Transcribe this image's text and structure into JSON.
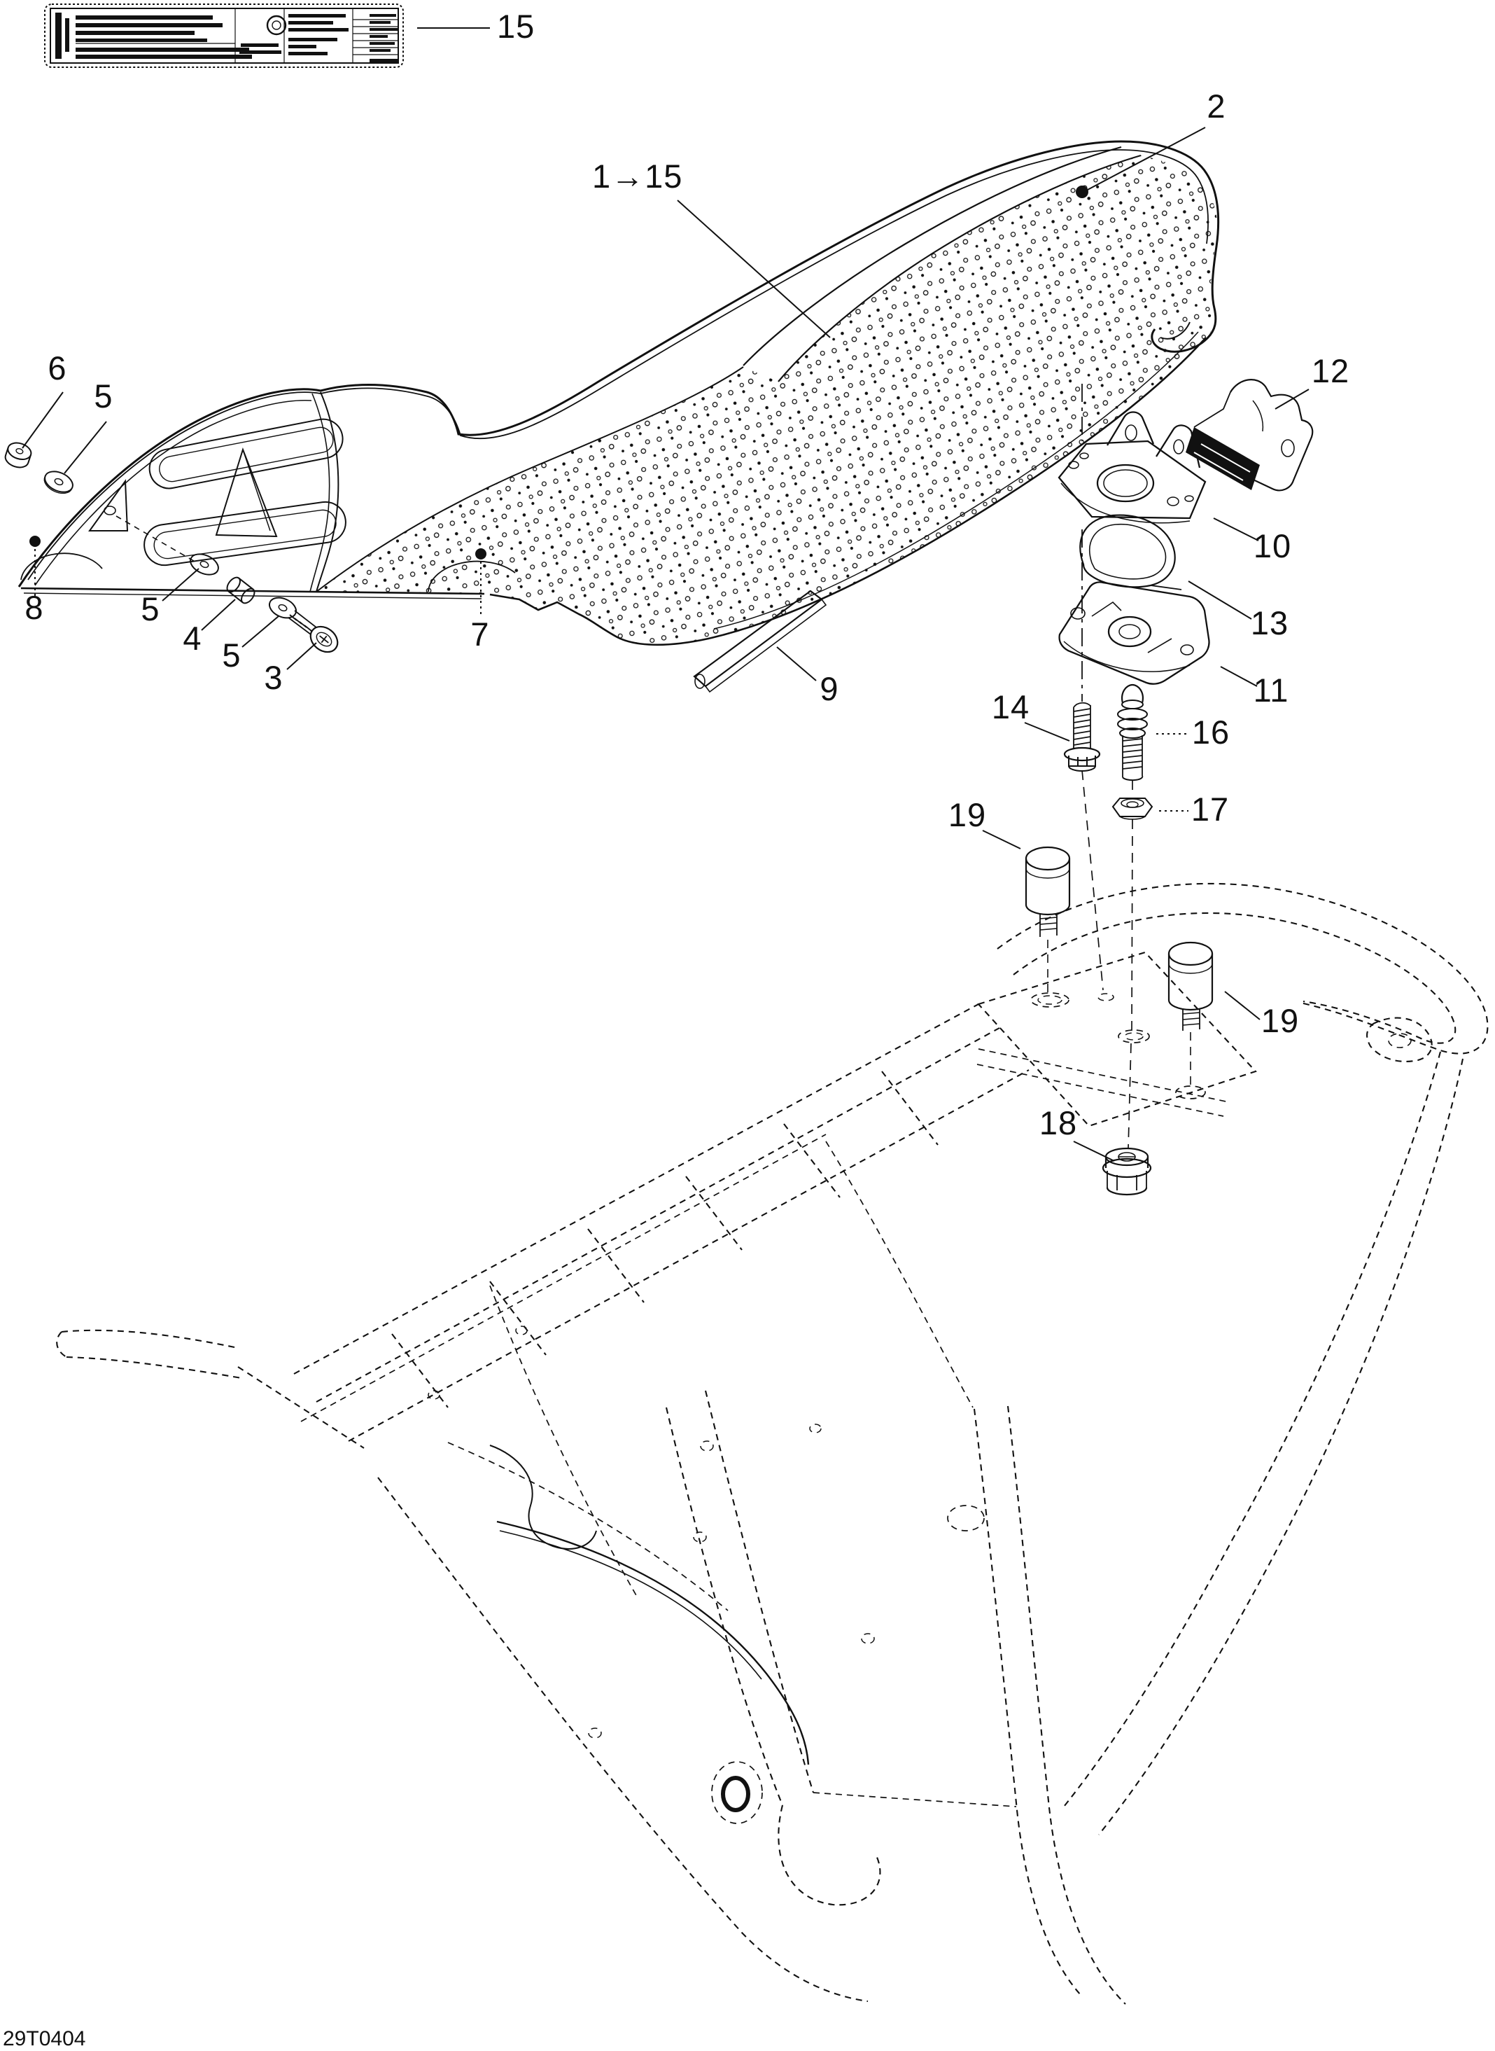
{
  "diagram": {
    "title_note": "exploded-view line drawing",
    "footer_code": "29T0404",
    "ink_color": "#111111",
    "background_color": "#ffffff",
    "callouts": [
      {
        "part": "15",
        "label": "15"
      },
      {
        "part": "1-15",
        "label": "1→15"
      },
      {
        "part": "2",
        "label": "2"
      },
      {
        "part": "6",
        "label": "6"
      },
      {
        "part": "5",
        "label": "5"
      },
      {
        "part": "8",
        "label": "8"
      },
      {
        "part": "5",
        "label": "5"
      },
      {
        "part": "4",
        "label": "4"
      },
      {
        "part": "5",
        "label": "5"
      },
      {
        "part": "3",
        "label": "3"
      },
      {
        "part": "7",
        "label": "7"
      },
      {
        "part": "9",
        "label": "9"
      },
      {
        "part": "12",
        "label": "12"
      },
      {
        "part": "10",
        "label": "10"
      },
      {
        "part": "13",
        "label": "13"
      },
      {
        "part": "11",
        "label": "11"
      },
      {
        "part": "14",
        "label": "14"
      },
      {
        "part": "16",
        "label": "16"
      },
      {
        "part": "17",
        "label": "17"
      },
      {
        "part": "19",
        "label": "19"
      },
      {
        "part": "19",
        "label": "19"
      },
      {
        "part": "18",
        "label": "18"
      }
    ]
  }
}
